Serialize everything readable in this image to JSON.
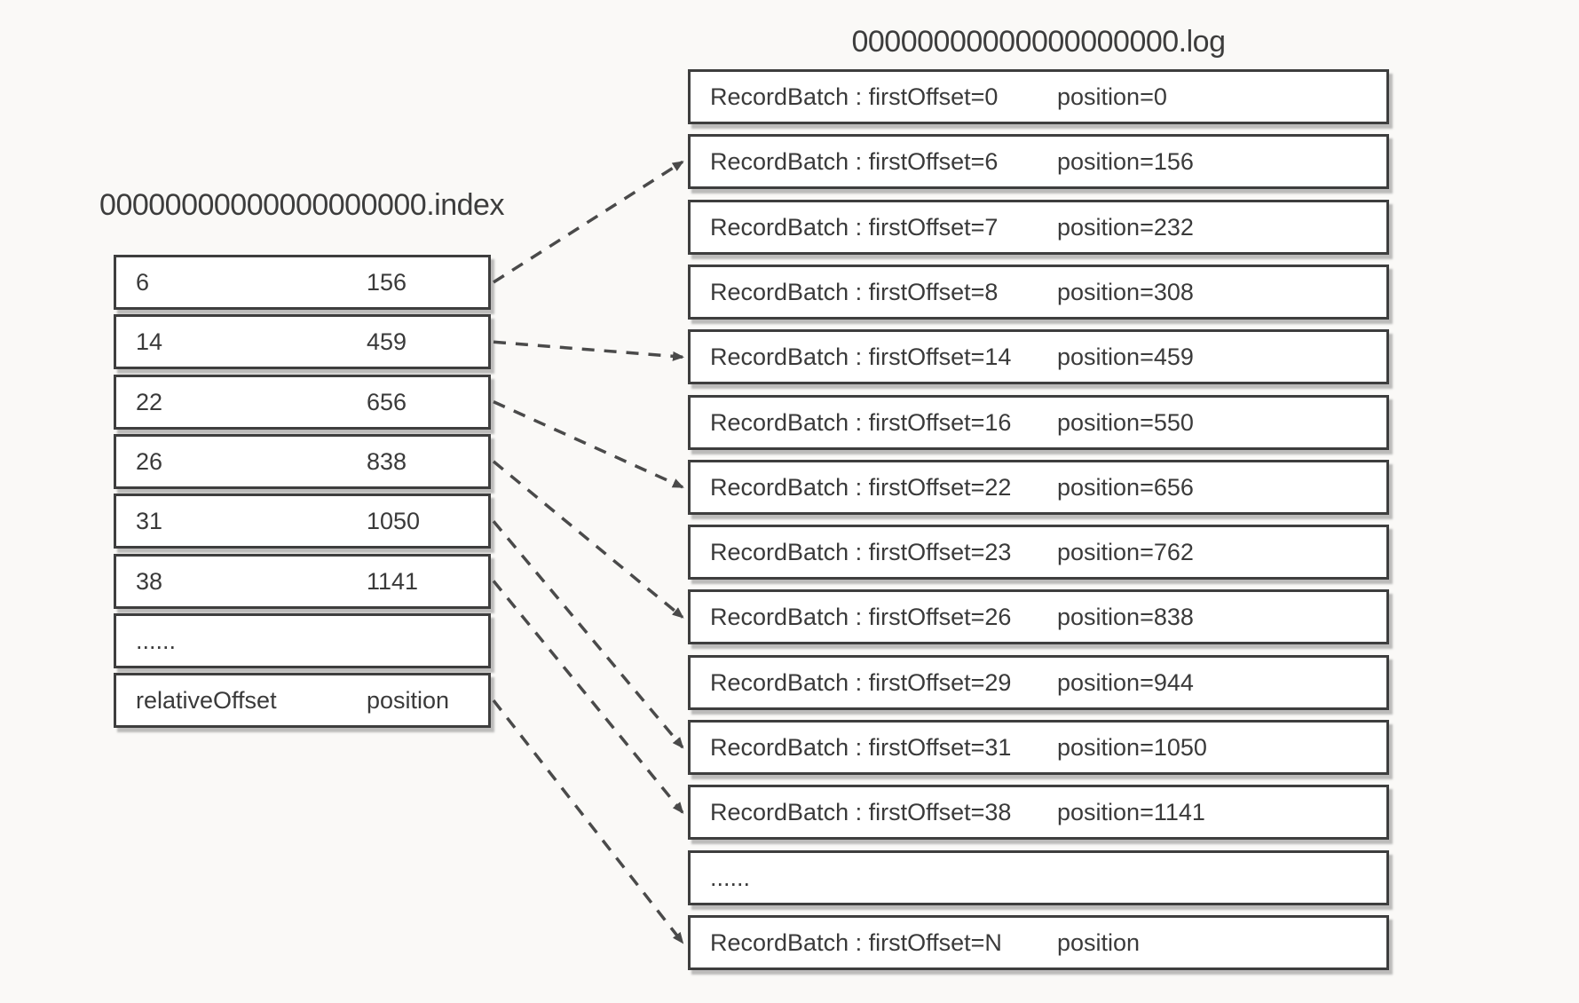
{
  "index_file": {
    "title": "00000000000000000000.index",
    "rows": [
      {
        "relativeOffset": "6",
        "position": "156"
      },
      {
        "relativeOffset": "14",
        "position": "459"
      },
      {
        "relativeOffset": "22",
        "position": "656"
      },
      {
        "relativeOffset": "26",
        "position": "838"
      },
      {
        "relativeOffset": "31",
        "position": "1050"
      },
      {
        "relativeOffset": "38",
        "position": "1141"
      },
      {
        "relativeOffset": "......",
        "position": ""
      },
      {
        "relativeOffset": "relativeOffset",
        "position": "position"
      }
    ]
  },
  "log_file": {
    "title": "00000000000000000000.log",
    "rows": [
      {
        "label": "RecordBatch : firstOffset=0",
        "position": "position=0"
      },
      {
        "label": "RecordBatch : firstOffset=6",
        "position": "position=156"
      },
      {
        "label": "RecordBatch : firstOffset=7",
        "position": "position=232"
      },
      {
        "label": "RecordBatch : firstOffset=8",
        "position": "position=308"
      },
      {
        "label": "RecordBatch : firstOffset=14",
        "position": "position=459"
      },
      {
        "label": "RecordBatch : firstOffset=16",
        "position": "position=550"
      },
      {
        "label": "RecordBatch : firstOffset=22",
        "position": "position=656"
      },
      {
        "label": "RecordBatch : firstOffset=23",
        "position": "position=762"
      },
      {
        "label": "RecordBatch : firstOffset=26",
        "position": "position=838"
      },
      {
        "label": "RecordBatch : firstOffset=29",
        "position": "position=944"
      },
      {
        "label": "RecordBatch : firstOffset=31",
        "position": "position=1050"
      },
      {
        "label": "RecordBatch : firstOffset=38",
        "position": "position=1141"
      },
      {
        "label": "......",
        "position": ""
      },
      {
        "label": "RecordBatch : firstOffset=N",
        "position": "position"
      }
    ]
  },
  "arrows": [
    {
      "from_index_row": 0,
      "to_log_row": 1
    },
    {
      "from_index_row": 1,
      "to_log_row": 4
    },
    {
      "from_index_row": 2,
      "to_log_row": 6
    },
    {
      "from_index_row": 3,
      "to_log_row": 8
    },
    {
      "from_index_row": 4,
      "to_log_row": 10
    },
    {
      "from_index_row": 5,
      "to_log_row": 11
    },
    {
      "from_index_row": 7,
      "to_log_row": 13
    }
  ],
  "colors": {
    "background": "#faf9f7",
    "row_fill": "#ffffff",
    "border": "#3e3e3e",
    "text": "#3a3a3a",
    "arrow": "#4a4a4a"
  }
}
